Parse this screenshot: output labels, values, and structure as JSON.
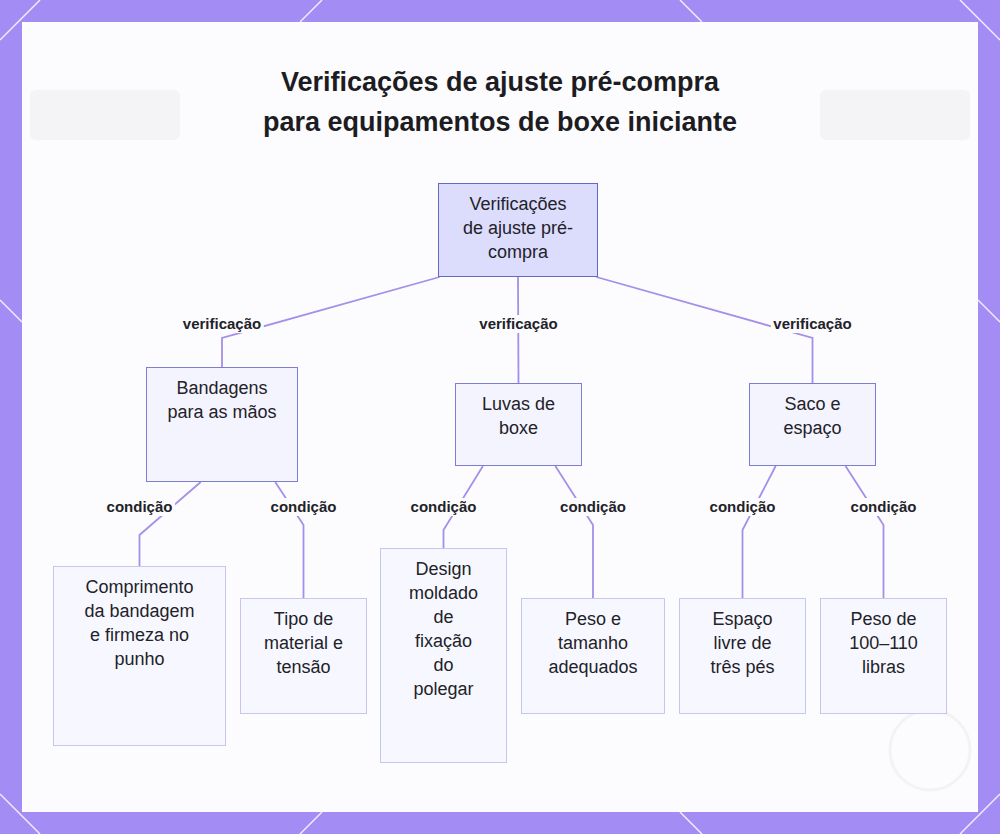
{
  "diagram": {
    "title": "Verificações de ajuste pré-compra para equipamentos de boxe iniciante",
    "nodes": [
      {
        "text": [
          "Verificações de ajuste pré-compra"
        ]
      },
      {
        "text": [
          "Bandagens para as mãos"
        ]
      },
      {
        "text": [
          "Luvas de boxe"
        ]
      },
      {
        "text": [
          "Saco e espaço"
        ]
      },
      {
        "text": [
          "Comprimento da bandagem e firmeza no punho"
        ]
      },
      {
        "text": [
          "Tipo de material e tensão"
        ]
      },
      {
        "text": [
          "Design moldado de fixação do polegar"
        ]
      },
      {
        "text": [
          "Peso e tamanho adequados"
        ]
      },
      {
        "text": [
          "Espaço livre de três pés"
        ]
      },
      {
        "text": [
          "Peso de 100–110 libras"
        ]
      }
    ],
    "edges": [
      {
        "from": 0,
        "to": 1,
        "label": "verificação",
        "arrow": "none"
      },
      {
        "from": 0,
        "to": 2,
        "label": "verificação",
        "arrow": "none"
      },
      {
        "from": 0,
        "to": 3,
        "label": "verificação",
        "arrow": "none"
      },
      {
        "from": 1,
        "to": 4,
        "label": "condição",
        "arrow": "none"
      },
      {
        "from": 1,
        "to": 5,
        "label": "condição",
        "arrow": "none"
      },
      {
        "from": 2,
        "to": 6,
        "label": "condição",
        "arrow": "none"
      },
      {
        "from": 2,
        "to": 7,
        "label": "condição",
        "arrow": "none"
      },
      {
        "from": 3,
        "to": 8,
        "label": "condição",
        "arrow": "none"
      },
      {
        "from": 3,
        "to": 9,
        "label": "condição",
        "arrow": "none"
      }
    ]
  }
}
